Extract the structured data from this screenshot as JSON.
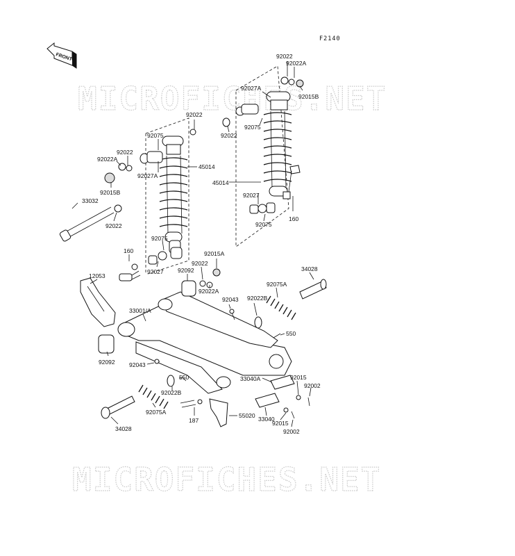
{
  "figure_code": "F2140",
  "front_label": "FRONT",
  "watermark_text": "MICROFICHES.NET",
  "labels": {
    "l_92022_r_top": "92022",
    "l_92022a_r_top": "92022A",
    "l_92027a_r": "92027A",
    "l_92015b_r": "92015B",
    "l_92022_r_left": "92022",
    "l_92075_r_top": "92075",
    "l_45014_r": "45014",
    "l_92027_r": "92027",
    "l_92075_r_bot": "92075",
    "l_160_r": "160",
    "l_92022_l_top": "92022",
    "l_92075_l_top": "92075",
    "l_92022_l_mid": "92022",
    "l_92022a_l": "92022A",
    "l_92027a_l": "92027A",
    "l_45014_l": "45014",
    "l_92015b_l": "92015B",
    "l_33032": "33032",
    "l_92022_l_bolt": "92022",
    "l_92075_l_bot": "92075",
    "l_160_l": "160",
    "l_92027_l": "92027",
    "l_92092_top": "92092",
    "l_92022_mid": "92022",
    "l_92015a": "92015A",
    "l_92022a_mid": "92022A",
    "l_12053": "12053",
    "l_34028_r": "34028",
    "l_92075a_r": "92075A",
    "l_33001": "33001/A",
    "l_92043_top": "92043",
    "l_92022b_r": "92022B",
    "l_550_r": "550",
    "l_92092_left": "92092",
    "l_92043_bot": "92043",
    "l_550_l": "550",
    "l_33040a": "33040A",
    "l_92015_top": "92015",
    "l_92002_top": "92002",
    "l_92022b_l": "92022B",
    "l_92075a_l": "92075A",
    "l_187": "187",
    "l_55020": "55020",
    "l_33040": "33040",
    "l_92015_bot": "92015",
    "l_92002_bot": "92002",
    "l_34028_l": "34028"
  }
}
